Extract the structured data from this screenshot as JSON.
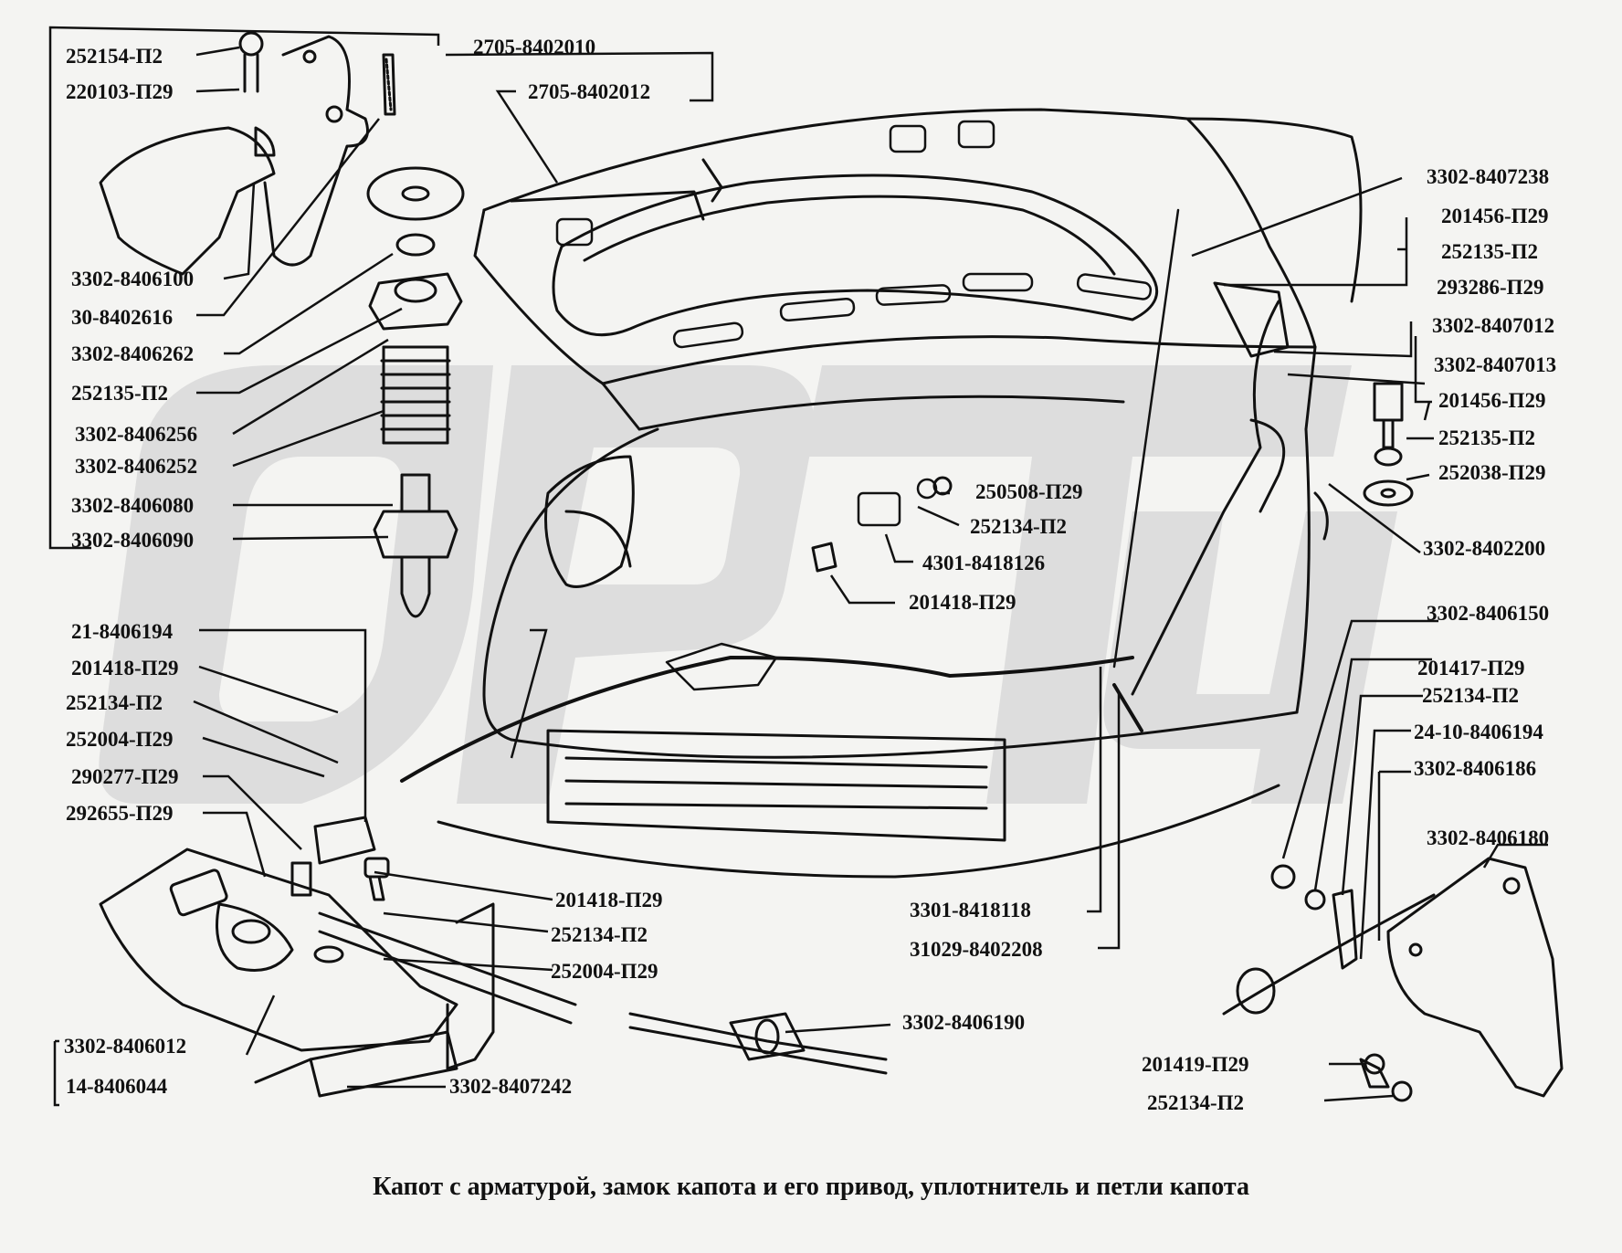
{
  "caption": "Капот с арматурой, замок капота и его привод, уплотнитель и петли капота",
  "labels": [
    "252154-П2",
    "220103-П29",
    "2705-8402010",
    "2705-8402012",
    "3302-8406100",
    "30-8402616",
    "3302-8406262",
    "252135-П2",
    "3302-8406256",
    "3302-8406252",
    "3302-8406080",
    "3302-8406090",
    "21-8406194",
    "201418-П29",
    "252134-П2",
    "252004-П29",
    "290277-П29",
    "292655-П29",
    "3302-8406012",
    "14-8406044",
    "201418-П29",
    "252134-П2",
    "252004-П29",
    "3302-8407242",
    "3302-8406190",
    "3301-8418118",
    "31029-8402208",
    "250508-П29",
    "252134-П2",
    "4301-8418126",
    "201418-П29",
    "3302-8407238",
    "201456-П29",
    "252135-П2",
    "293286-П29",
    "3302-8407012",
    "3302-8407013",
    "201456-П29",
    "252135-П2",
    "252038-П29",
    "3302-8402200",
    "3302-8406150",
    "201417-П29",
    "252134-П2",
    "24-10-8406194",
    "3302-8406186",
    "3302-8406180",
    "201419-П29",
    "252134-П2"
  ]
}
